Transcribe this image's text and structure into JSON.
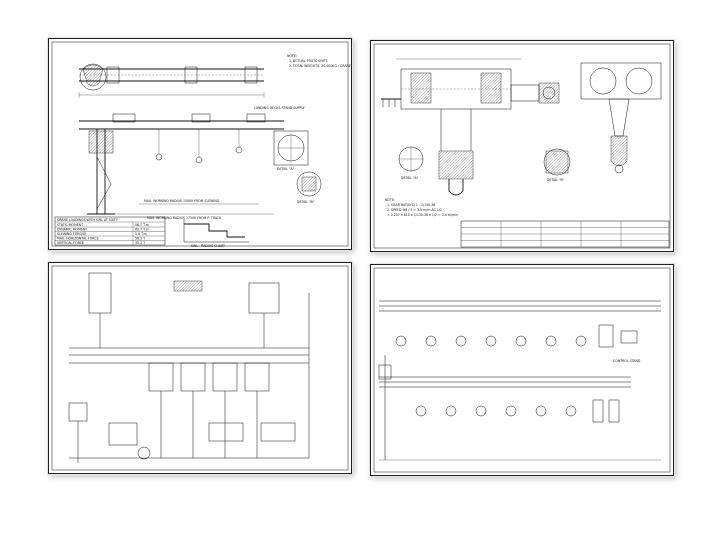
{
  "sheets": [
    {
      "id": "sheet-crane-layout",
      "notes": [
        "NOTE:",
        "1. ACTUAL POSTS SHIFT.",
        "2. TOTAL WEIGHTS: 20,000KG / CRANE"
      ],
      "table": [
        [
          "CRANE LOADINGS WITH SWL AT SIXTY",
          ""
        ],
        [
          "STATIC MOMENT",
          "58.7 T.m"
        ],
        [
          "DYNAMIC MOMENT",
          "69.7 T.m"
        ],
        [
          "SLEWING TORQUE",
          "5.8 T.m"
        ],
        [
          "MAX. HORIZONTAL FORCE",
          "56.5 T"
        ],
        [
          "VERTICAL FORCE",
          "35.2 T"
        ]
      ],
      "labels": {
        "detail": "DETAIL \"A\"",
        "detail2": "DETAIL \"B\"",
        "graph": "SWL - RADIUS CHART",
        "outreach": "MAX. WORKING RADIUS 15000 FROM SLEWING",
        "length": "MAX. WORKING RADIUS 17500 FROM P. TRACK",
        "supply": "LANDING DECKS STAND SUPPLY"
      }
    },
    {
      "id": "sheet-hoist-trolley",
      "notes": [
        "NOTE:",
        "1. GEAR RATIO(S) 1 : 1/130.36",
        "2. SPEED 9M / 5 = 3.5 m/m AC 1/2",
        "= 0.257 x 810 x 1/130.36 x 1/2 = 3.4 m/min"
      ],
      "labels": {
        "detail": "DETAIL \"A\"",
        "detail2": "DETAIL \"B\""
      }
    },
    {
      "id": "sheet-hydraulic-schematic",
      "labels": {}
    },
    {
      "id": "sheet-electric-wiring",
      "labels": {
        "control": "CONTROL STAND"
      }
    }
  ]
}
